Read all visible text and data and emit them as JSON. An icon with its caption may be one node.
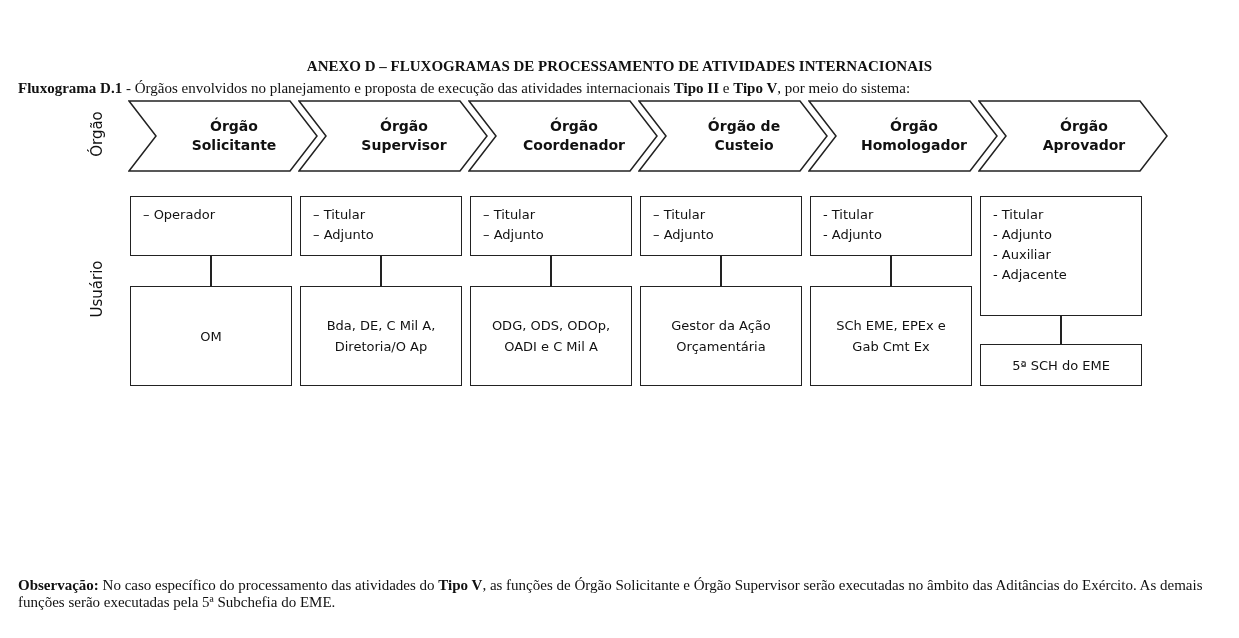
{
  "diagram": {
    "title": "ANEXO D – FLUXOGRAMAS DE PROCESSAMENTO DE ATIVIDADES INTERNACIONAIS",
    "caption": "**Observação:** No caso específico do processamento das atividades do **Tipo V**, as funções de Órgão Solicitante e Órgão Supervisor serão executadas no âmbito das Aditâncias do Exército. As demais funções serão executadas pela 5ª Subchefia do EME.",
    "nodes": [
      {
        "text": [
          "Órgão Solicitante"
        ]
      },
      {
        "text": [
          "Órgão Supervisor"
        ]
      },
      {
        "text": [
          "Órgão Coordenador"
        ]
      },
      {
        "text": [
          "Órgão de Custeio"
        ]
      },
      {
        "text": [
          "Órgão Homologador"
        ]
      },
      {
        "text": [
          "Órgão Aprovador"
        ]
      },
      {
        "text": [
          "– Operador"
        ]
      },
      {
        "text": [
          "– Titular",
          "– Adjunto"
        ]
      },
      {
        "text": [
          "– Titular",
          "– Adjunto"
        ]
      },
      {
        "text": [
          "– Titular",
          "– Adjunto"
        ]
      },
      {
        "text": [
          "- Titular",
          "- Adjunto"
        ]
      },
      {
        "text": [
          "- Titular",
          "- Adjunto",
          "- Auxiliar",
          "- Adjacente"
        ]
      },
      {
        "text": [
          "OM"
        ]
      },
      {
        "text": [
          "Bda, DE, C Mil A, Diretoria/O Ap"
        ]
      },
      {
        "text": [
          "ODG, ODS, ODOp, OADI e C Mil A"
        ]
      },
      {
        "text": [
          "Gestor da Ação Orçamentária"
        ]
      },
      {
        "text": [
          "SCh EME, EPEx e Gab Cmt Ex"
        ]
      },
      {
        "text": [
          "5ª SCH do EME"
        ]
      }
    ],
    "edges": [
      {
        "from": 6,
        "to": 12,
        "arrow": "none"
      },
      {
        "from": 7,
        "to": 13,
        "arrow": "none"
      },
      {
        "from": 8,
        "to": 14,
        "arrow": "none"
      },
      {
        "from": 9,
        "to": 15,
        "arrow": "none"
      },
      {
        "from": 10,
        "to": 16,
        "arrow": "none"
      },
      {
        "from": 11,
        "to": 17,
        "arrow": "none"
      }
    ],
    "labels": [
      "**Fluxograma D.1** - Órgãos envolvidos no planejamento e proposta de execução das atividades internacionais **Tipo II** e **Tipo V**, por meio do sistema:",
      "Órgão",
      "Usuário"
    ]
  }
}
